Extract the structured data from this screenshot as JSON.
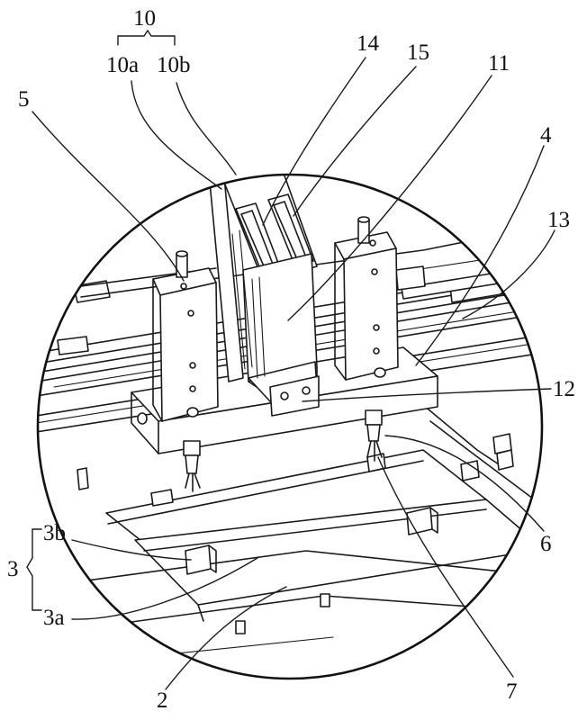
{
  "labels": {
    "n10": "10",
    "n10a": "10a",
    "n10b": "10b",
    "n14": "14",
    "n15": "15",
    "n11": "11",
    "n5": "5",
    "n4": "4",
    "n13": "13",
    "n12": "12",
    "n6": "6",
    "n7": "7",
    "n2": "2",
    "n3": "3",
    "n3a": "3a",
    "n3b": "3b"
  }
}
